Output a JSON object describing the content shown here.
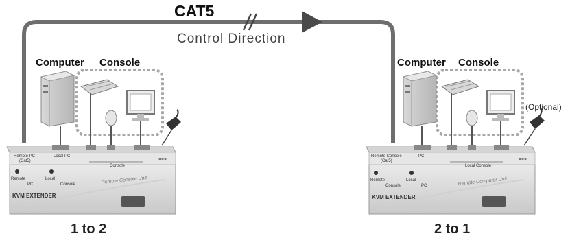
{
  "cable": {
    "type": "CAT5",
    "direction_label": "Control Direction"
  },
  "left_unit": {
    "computer_label": "Computer",
    "console_label": "Console",
    "port_remote": "Remote PC",
    "port_remote_sub": "(Cat5)",
    "port_local": "Local PC",
    "port_console": "Console",
    "led_remote": "Remote",
    "led_pc": "PC",
    "led_local": "Local",
    "led_console": "Console",
    "product_name": "KVM EXTENDER",
    "unit_type": "Remote Console Unit",
    "caption": "1 to 2"
  },
  "right_unit": {
    "computer_label": "Computer",
    "console_label": "Console",
    "optional_label": "(Optional)",
    "port_remote": "Remote Console",
    "port_remote_sub": "(Cat5)",
    "port_pc": "PC",
    "port_local_console": "Local Console",
    "led_remote": "Remote",
    "led_console": "Console",
    "led_local": "Local",
    "led_pc": "PC",
    "product_name": "KVM EXTENDER",
    "unit_type": "Remote Computer Unit",
    "caption": "2 to 1"
  },
  "colors": {
    "line": "#6e6e6e",
    "arrow": "#4a4a4a",
    "dotted": "#a8a8a8",
    "device": "#e2e2e2"
  }
}
